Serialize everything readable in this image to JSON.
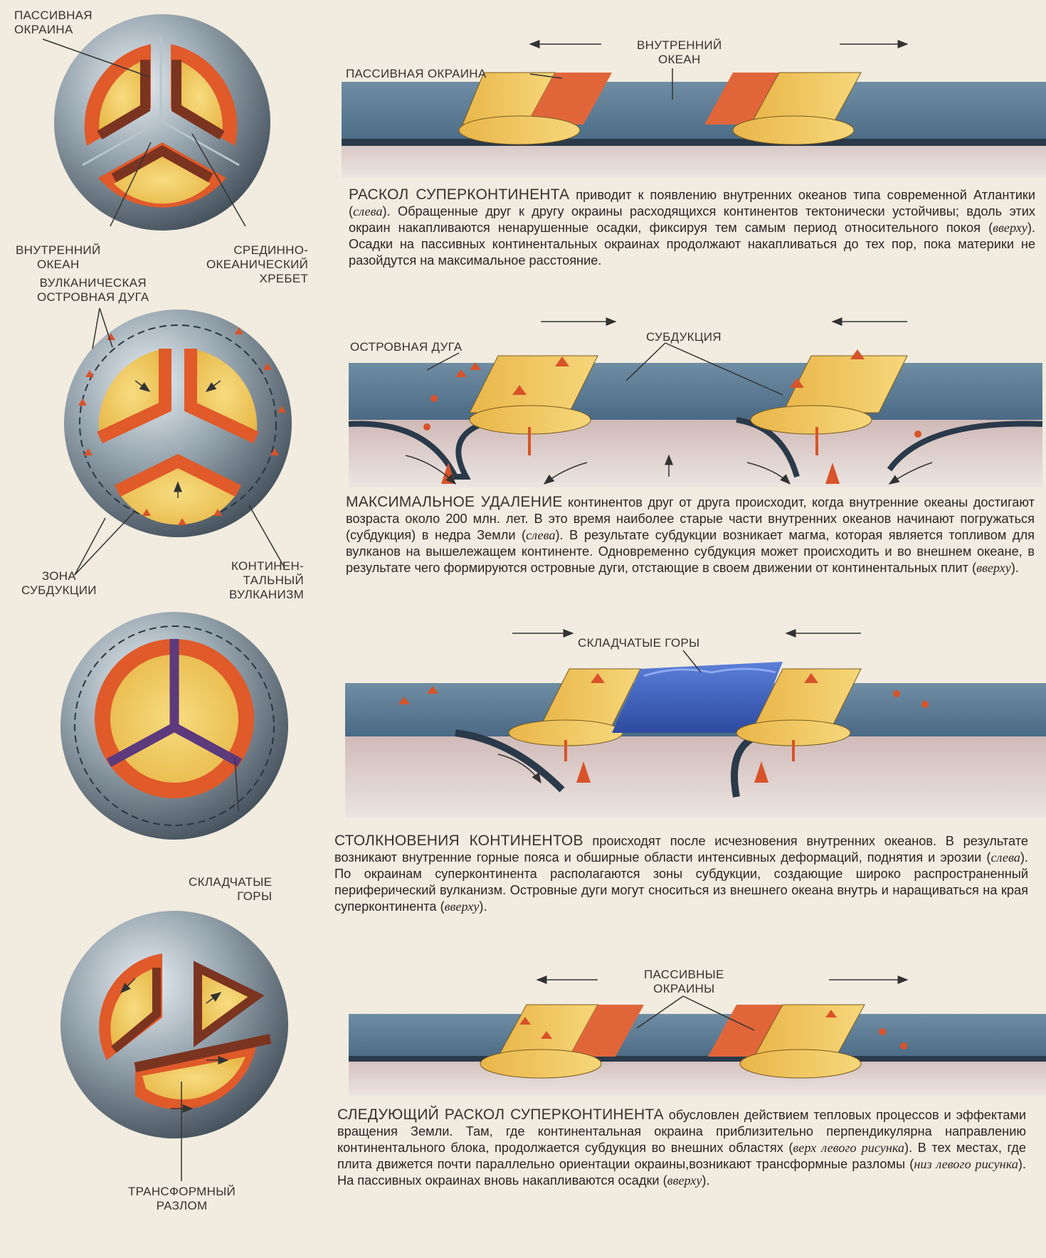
{
  "labels": {
    "passive_margin_1": [
      "ПАССИВНАЯ",
      "ОКРАИНА"
    ],
    "inner_ocean": [
      "ВНУТРЕННИЙ",
      "ОКЕАН"
    ],
    "mid_ocean_ridge": [
      "СРЕДИННО-",
      "ОКЕАНИЧЕСКИЙ",
      "ХРЕБЕТ"
    ],
    "volcanic_arc": [
      "ВУЛКАНИЧЕСКАЯ",
      "ОСТРОВНАЯ ДУГА"
    ],
    "subduction_zone": [
      "ЗОНА",
      "СУБДУКЦИИ"
    ],
    "continental_volcanism": [
      "КОНТИНЕН-",
      "ТАЛЬНЫЙ",
      "ВУЛКАНИЗМ"
    ],
    "fold_mountains_globe": [
      "СКЛАДЧАТЫЕ",
      "ГОРЫ"
    ],
    "transform_fault": [
      "ТРАНСФОРМНЫЙ",
      "РАЗЛОМ"
    ],
    "inner_ocean_section": [
      "ВНУТРЕННИЙ",
      "ОКЕАН"
    ],
    "passive_margin_section": "ПАССИВНАЯ ОКРАИНА",
    "island_arc": "ОСТРОВНАЯ ДУГА",
    "subduction": "СУБДУКЦИЯ",
    "fold_mountains": "СКЛАДЧАТЫЕ ГОРЫ",
    "passive_margins": [
      "ПАССИВНЫЕ",
      "ОКРАИНЫ"
    ]
  },
  "captions": [
    {
      "heading": "РАСКОЛ СУПЕРКОНТИНЕНТА",
      "p1": " приводит к появлению внутренних океанов типа современной Атлантики (",
      "i1": "слева",
      "p2": "). Обращенные друг к другу окраины расходящихся континентов тектонически устойчивы; вдоль этих окраин накапливаются ненарушенные осадки, фиксируя тем самым период относительного покоя (",
      "i2": "вверху",
      "p3": "). Осадки на пассивных континентальных окраинах продолжают накапливаться до тех пор, пока материки не разойдутся на максимальное расстояние."
    },
    {
      "heading": "МАКСИМАЛЬНОЕ УДАЛЕНИЕ",
      "p1": " континентов друг от друга происходит, когда внутренние океаны достигают возраста около 200 млн. лет. В это время наиболее старые части внутренних океанов начинают погружаться (субдукция) в недра Земли (",
      "i1": "слева",
      "p2": "). В результате субдукции возникает магма, которая является топливом для вулканов на вышележащем континенте. Одновременно субдукция может происходить и во внешнем океане, в результате чего формируются островные дуги, отстающие в своем движении от континентальных плит (",
      "i2": "вверху",
      "p3": ")."
    },
    {
      "heading": "СТОЛКНОВЕНИЯ КОНТИНЕНТОВ",
      "p1": " происходят после исчезновения внутренних океанов. В результате возникают внутренние горные пояса и обширные области интенсивных деформаций, поднятия и эрозии (",
      "i1": "слева",
      "p2": "). По окраинам суперконтинента располагаются зоны субдукции, создающие широко распространенный периферический вулканизм. Островные дуги могут сноситься из внешнего океана внутрь и наращиваться на края суперконтинента (",
      "i2": "вверху",
      "p3": ")."
    },
    {
      "heading": "СЛЕДУЮЩИЙ РАСКОЛ СУПЕРКОНТИНЕНТА",
      "p1": " обусловлен действием тепловых процессов и эффектами вращения Земли. Там, где континентальная окраина приблизительно перпендикулярна направлению континентального блока, продолжается субдукция во внешних областях (",
      "i1": "верх левого рисунка",
      "p2": "). В тех местах, где плита движется почти параллельно ориентации окраины,возникают трансформные разломы (",
      "i2": "низ левого рисунка",
      "p3": "). На пассивных окраинах вновь накапливаются осадки (",
      "i3": "вверху",
      "p4": ")."
    }
  ]
}
